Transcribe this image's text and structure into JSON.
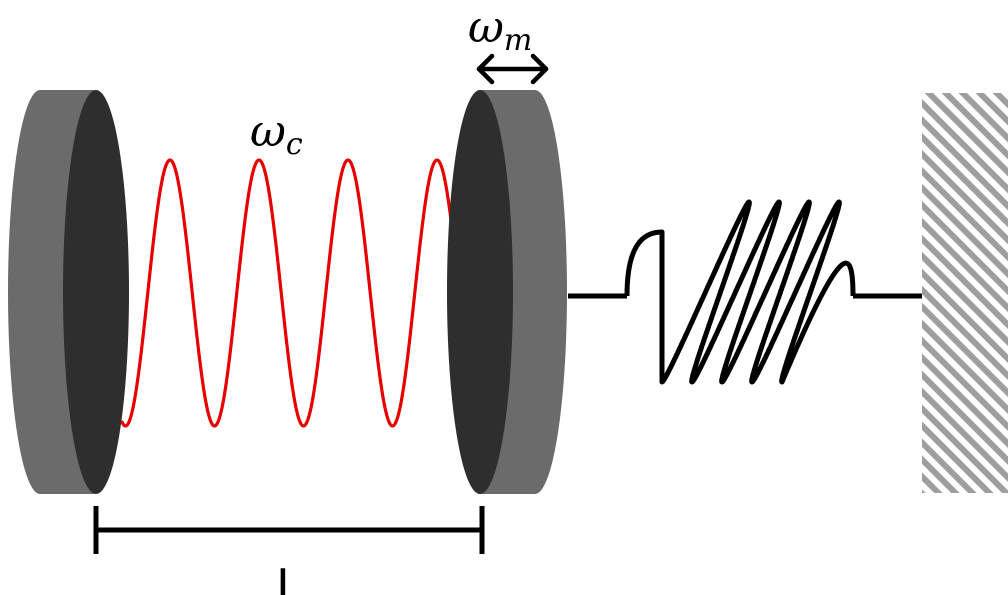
{
  "labels": {
    "mechanical_frequency": {
      "main": "ω",
      "sub": "m"
    },
    "cavity_frequency": {
      "main": "ω",
      "sub": "c"
    },
    "cavity_length": "L"
  },
  "colors": {
    "mirror_face": "#6b6b6b",
    "mirror_back": "#2e2e2e",
    "light_wave": "#e60000",
    "spring": "#000000",
    "wall_hatch": "#9e9e9e"
  },
  "icons": {
    "motion_arrow": "double-headed-arrow",
    "wall": "hatched-wall"
  }
}
